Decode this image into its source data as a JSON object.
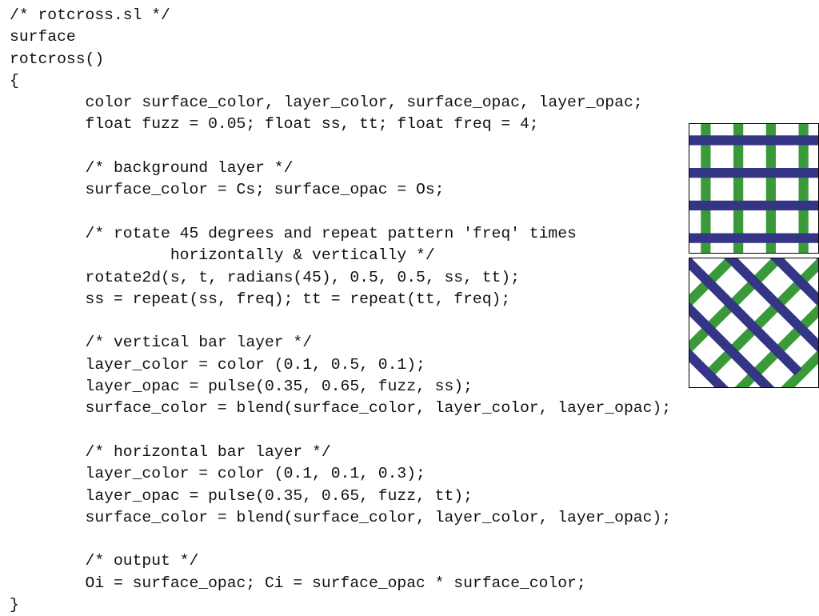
{
  "code_lines": [
    "/* rotcross.sl */",
    "surface",
    "rotcross()",
    "{",
    "        color surface_color, layer_color, surface_opac, layer_opac;",
    "        float fuzz = 0.05; float ss, tt; float freq = 4;",
    "",
    "        /* background layer */",
    "        surface_color = Cs; surface_opac = Os;",
    "",
    "        /* rotate 45 degrees and repeat pattern 'freq' times",
    "                 horizontally & vertically */",
    "        rotate2d(s, t, radians(45), 0.5, 0.5, ss, tt);",
    "        ss = repeat(ss, freq); tt = repeat(tt, freq);",
    "",
    "        /* vertical bar layer */",
    "        layer_color = color (0.1, 0.5, 0.1);",
    "        layer_opac = pulse(0.35, 0.65, fuzz, ss);",
    "        surface_color = blend(surface_color, layer_color, layer_opac);",
    "",
    "        /* horizontal bar layer */",
    "        layer_color = color (0.1, 0.1, 0.3);",
    "        layer_opac = pulse(0.35, 0.65, fuzz, tt);",
    "        surface_color = blend(surface_color, layer_color, layer_opac);",
    "",
    "        /* output */",
    "        Oi = surface_opac; Ci = surface_opac * surface_color;",
    "}"
  ],
  "swatches": {
    "vertical_bar_color": "#3a9a3a",
    "horizontal_bar_color": "#353585",
    "background_color": "#ffffff",
    "grid_pattern_rotation_deg": 0,
    "rotated_pattern_rotation_deg": 45
  }
}
